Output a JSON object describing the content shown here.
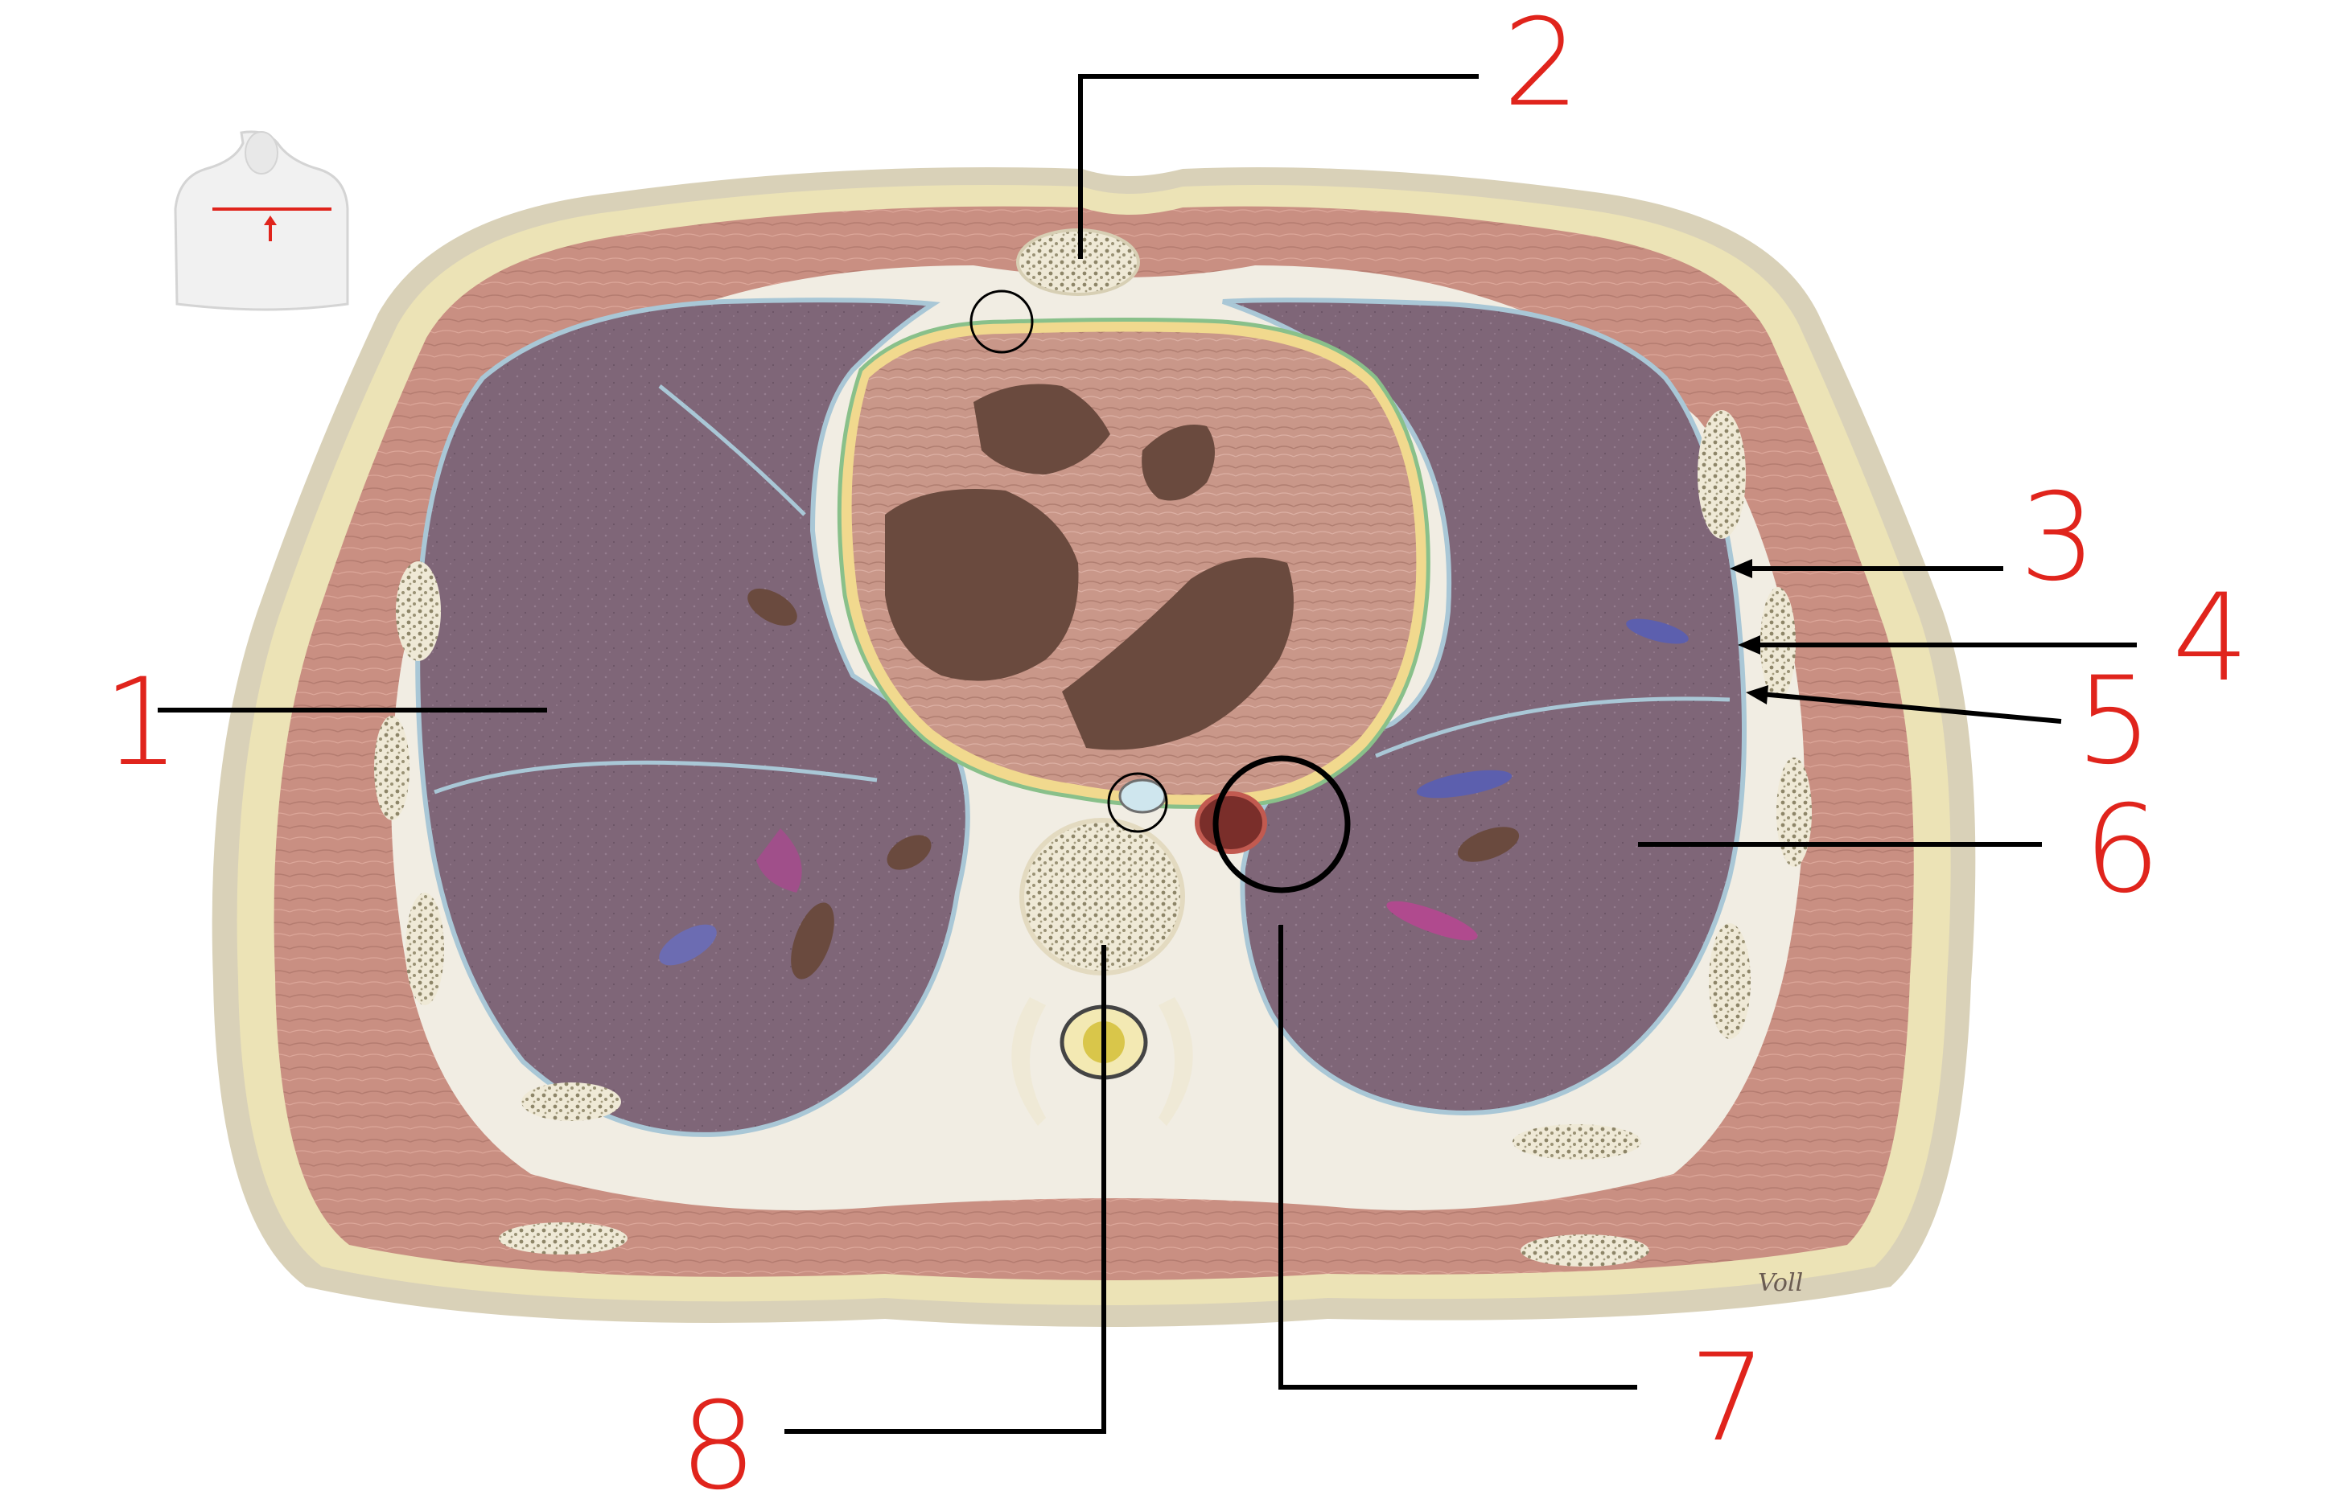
{
  "diagram": {
    "labels": [
      {
        "id": "1",
        "text": "1"
      },
      {
        "id": "2",
        "text": "2"
      },
      {
        "id": "3",
        "text": "3"
      },
      {
        "id": "4",
        "text": "4"
      },
      {
        "id": "5",
        "text": "5"
      },
      {
        "id": "6",
        "text": "6"
      },
      {
        "id": "7",
        "text": "7"
      },
      {
        "id": "8",
        "text": "8"
      }
    ],
    "signature": "Voll",
    "colors": {
      "skin": "#d8d0b8",
      "fat": "#ece3b6",
      "muscle": "#c98f82",
      "lung": "#7e6577",
      "heart_muscle": "#c99789",
      "heart_cavity": "#6a4a3e",
      "bone_cortex": "#efe9d6",
      "pleura": "#a9c7d6",
      "label_red": "#e0241c",
      "leader_black": "#000000"
    }
  }
}
